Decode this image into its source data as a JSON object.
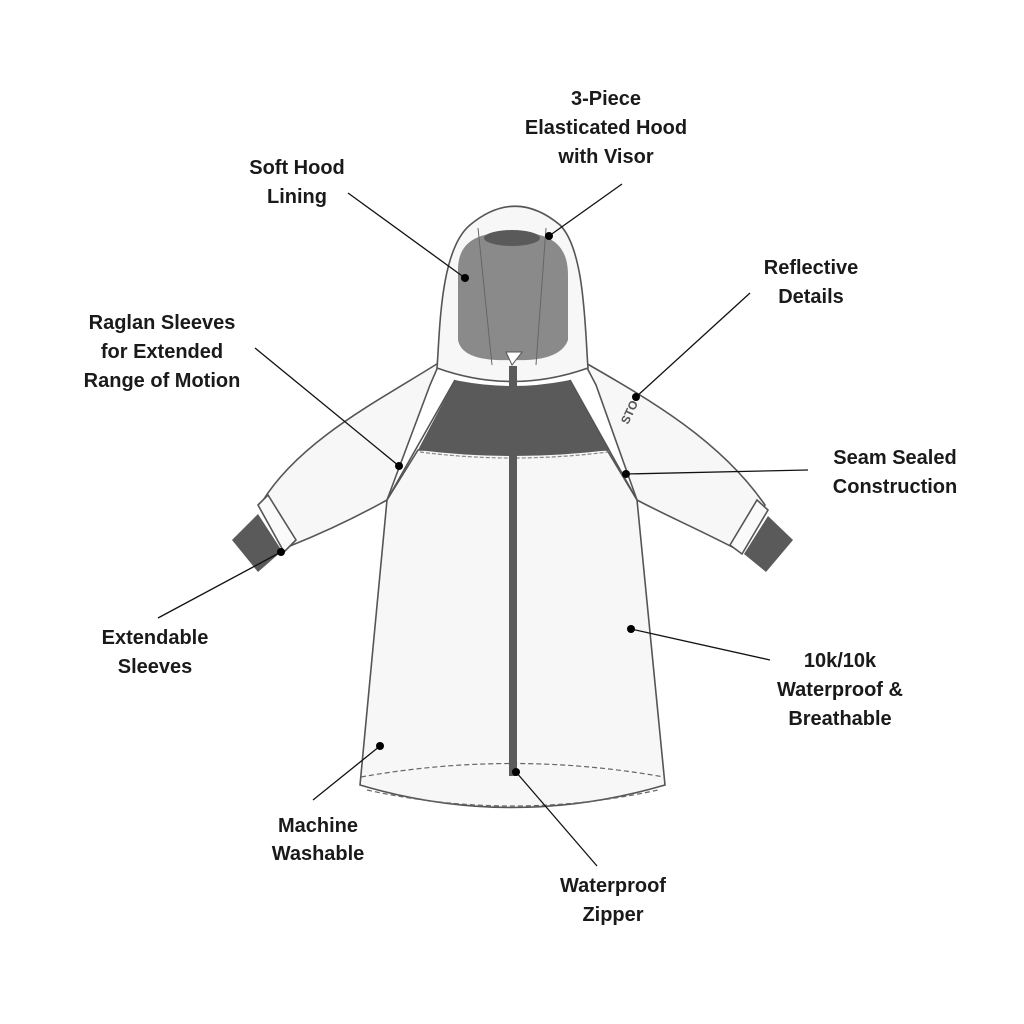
{
  "colors": {
    "outline": "#555555",
    "fabric": "#f7f7f7",
    "yoke": "#5a5a5a",
    "lining": "#8a8a8a",
    "cuff": "#5a5a5a",
    "zipper": "#5a5a5a"
  },
  "logo_text": "STO",
  "callouts": [
    {
      "id": "soft-hood-lining",
      "lines": [
        "Soft Hood",
        "Lining"
      ]
    },
    {
      "id": "elasticated-hood",
      "lines": [
        "3-Piece",
        "Elasticated Hood",
        "with Visor"
      ]
    },
    {
      "id": "reflective-details",
      "lines": [
        "Reflective",
        "Details"
      ]
    },
    {
      "id": "raglan-sleeves",
      "lines": [
        "Raglan Sleeves",
        "for Extended",
        "Range of Motion"
      ]
    },
    {
      "id": "seam-sealed",
      "lines": [
        "Seam Sealed",
        "Construction"
      ]
    },
    {
      "id": "extendable-sleeves",
      "lines": [
        "Extendable",
        "Sleeves"
      ]
    },
    {
      "id": "waterproof-breathable",
      "lines": [
        "10k/10k",
        "Waterproof &",
        "Breathable"
      ]
    },
    {
      "id": "machine-washable",
      "lines": [
        "Machine",
        "Washable"
      ]
    },
    {
      "id": "waterproof-zipper",
      "lines": [
        "Waterproof",
        "Zipper"
      ]
    }
  ]
}
